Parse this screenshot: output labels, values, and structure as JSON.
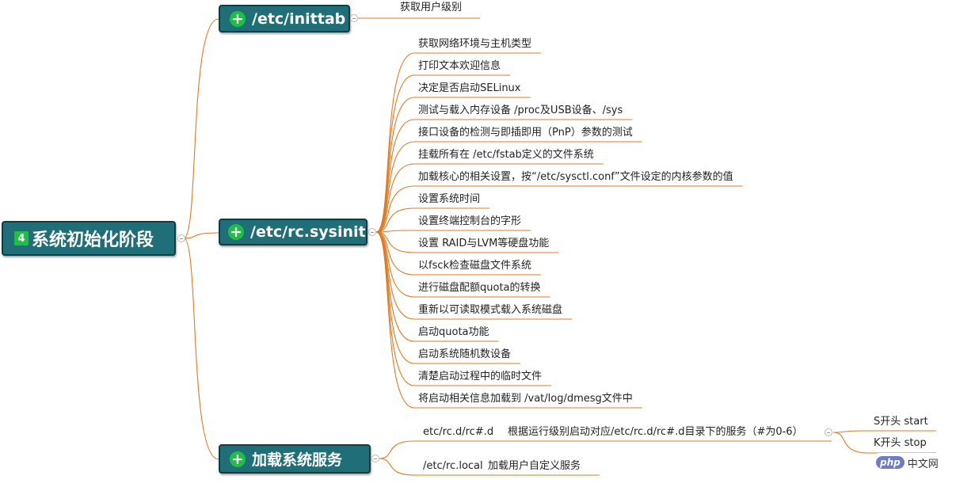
{
  "root": {
    "number": "4",
    "label": "系统初始化阶段"
  },
  "branches": [
    {
      "label": "/etc/inittab",
      "children": [
        "获取用户级别"
      ]
    },
    {
      "label": "/etc/rc.sysinit",
      "children": [
        "获取网络环境与主机类型",
        "打印文本欢迎信息",
        "决定是否启动SELinux",
        "测试与载入内存设备 /proc及USB设备、/sys",
        "接口设备的检测与即插即用（PnP）参数的测试",
        "挂载所有在 /etc/fstab定义的文件系统",
        "加载核心的相关设置，按“/etc/sysctl.conf”文件设定的内核参数的值",
        "设置系统时间",
        "设置终端控制台的字形",
        "设置 RAID与LVM等硬盘功能",
        "以fsck检查磁盘文件系统",
        "进行磁盘配额quota的转换",
        "重新以可读取模式载入系统磁盘",
        "启动quota功能",
        "启动系统随机数设备",
        "清楚启动过程中的临时文件",
        "将启动相关信息加载到 /vat/log/dmesg文件中"
      ]
    },
    {
      "label": "加载系统服务",
      "children": [
        {
          "label": "etc/rc.d/rc#.d",
          "note": "根据运行级别启动对应/etc/rc.d/rc#.d目录下的服务（#为0-6）",
          "children": [
            "S开头 start",
            "K开头 stop"
          ]
        },
        {
          "label": "/etc/rc.local",
          "note": "加载用户自定义服务"
        }
      ]
    }
  ],
  "watermark": {
    "logo": "php",
    "text": "中文网"
  },
  "colors": {
    "node_fill": "#1f6e78",
    "node_border": "#0f3d44",
    "connector": "#e07b22",
    "plus": "#1fbf45"
  }
}
